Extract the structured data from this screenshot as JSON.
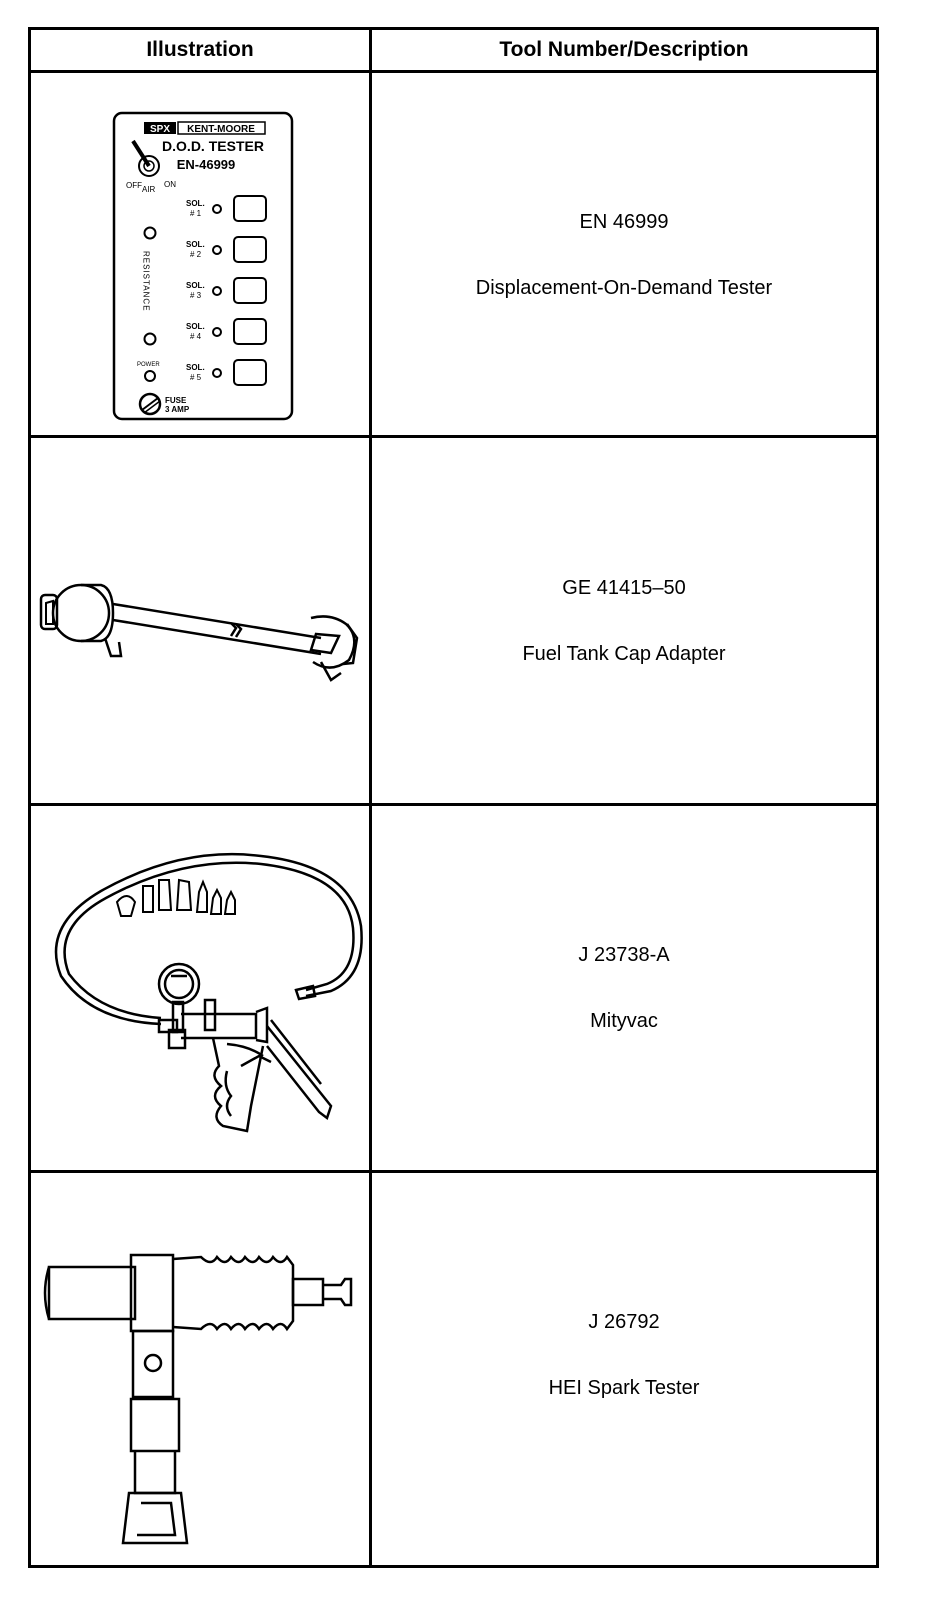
{
  "table": {
    "header": {
      "illustration": "Illustration",
      "tool": "Tool Number/Description"
    },
    "rows": [
      {
        "number": "EN 46999",
        "description": "Displacement-On-Demand Tester",
        "illustration_text": {
          "brand_a": "SPX",
          "brand_b": "KENT-MOORE",
          "title": "D.O.D. TESTER",
          "model": "EN-46999",
          "off": "OFF",
          "on": "ON",
          "air": "AIR",
          "resistance": "RESISTANCE",
          "sol_prefix": "SOL.",
          "sol_labels": [
            "# 1",
            "# 2",
            "# 3",
            "# 4",
            "# 5"
          ],
          "power": "POWER",
          "fuse": "FUSE",
          "amp": "3 AMP"
        }
      },
      {
        "number": "GE 41415–50",
        "description": "Fuel Tank Cap Adapter"
      },
      {
        "number": "J 23738-A",
        "description": "Mityvac"
      },
      {
        "number": "J 26792",
        "description": "HEI Spark Tester"
      }
    ]
  }
}
